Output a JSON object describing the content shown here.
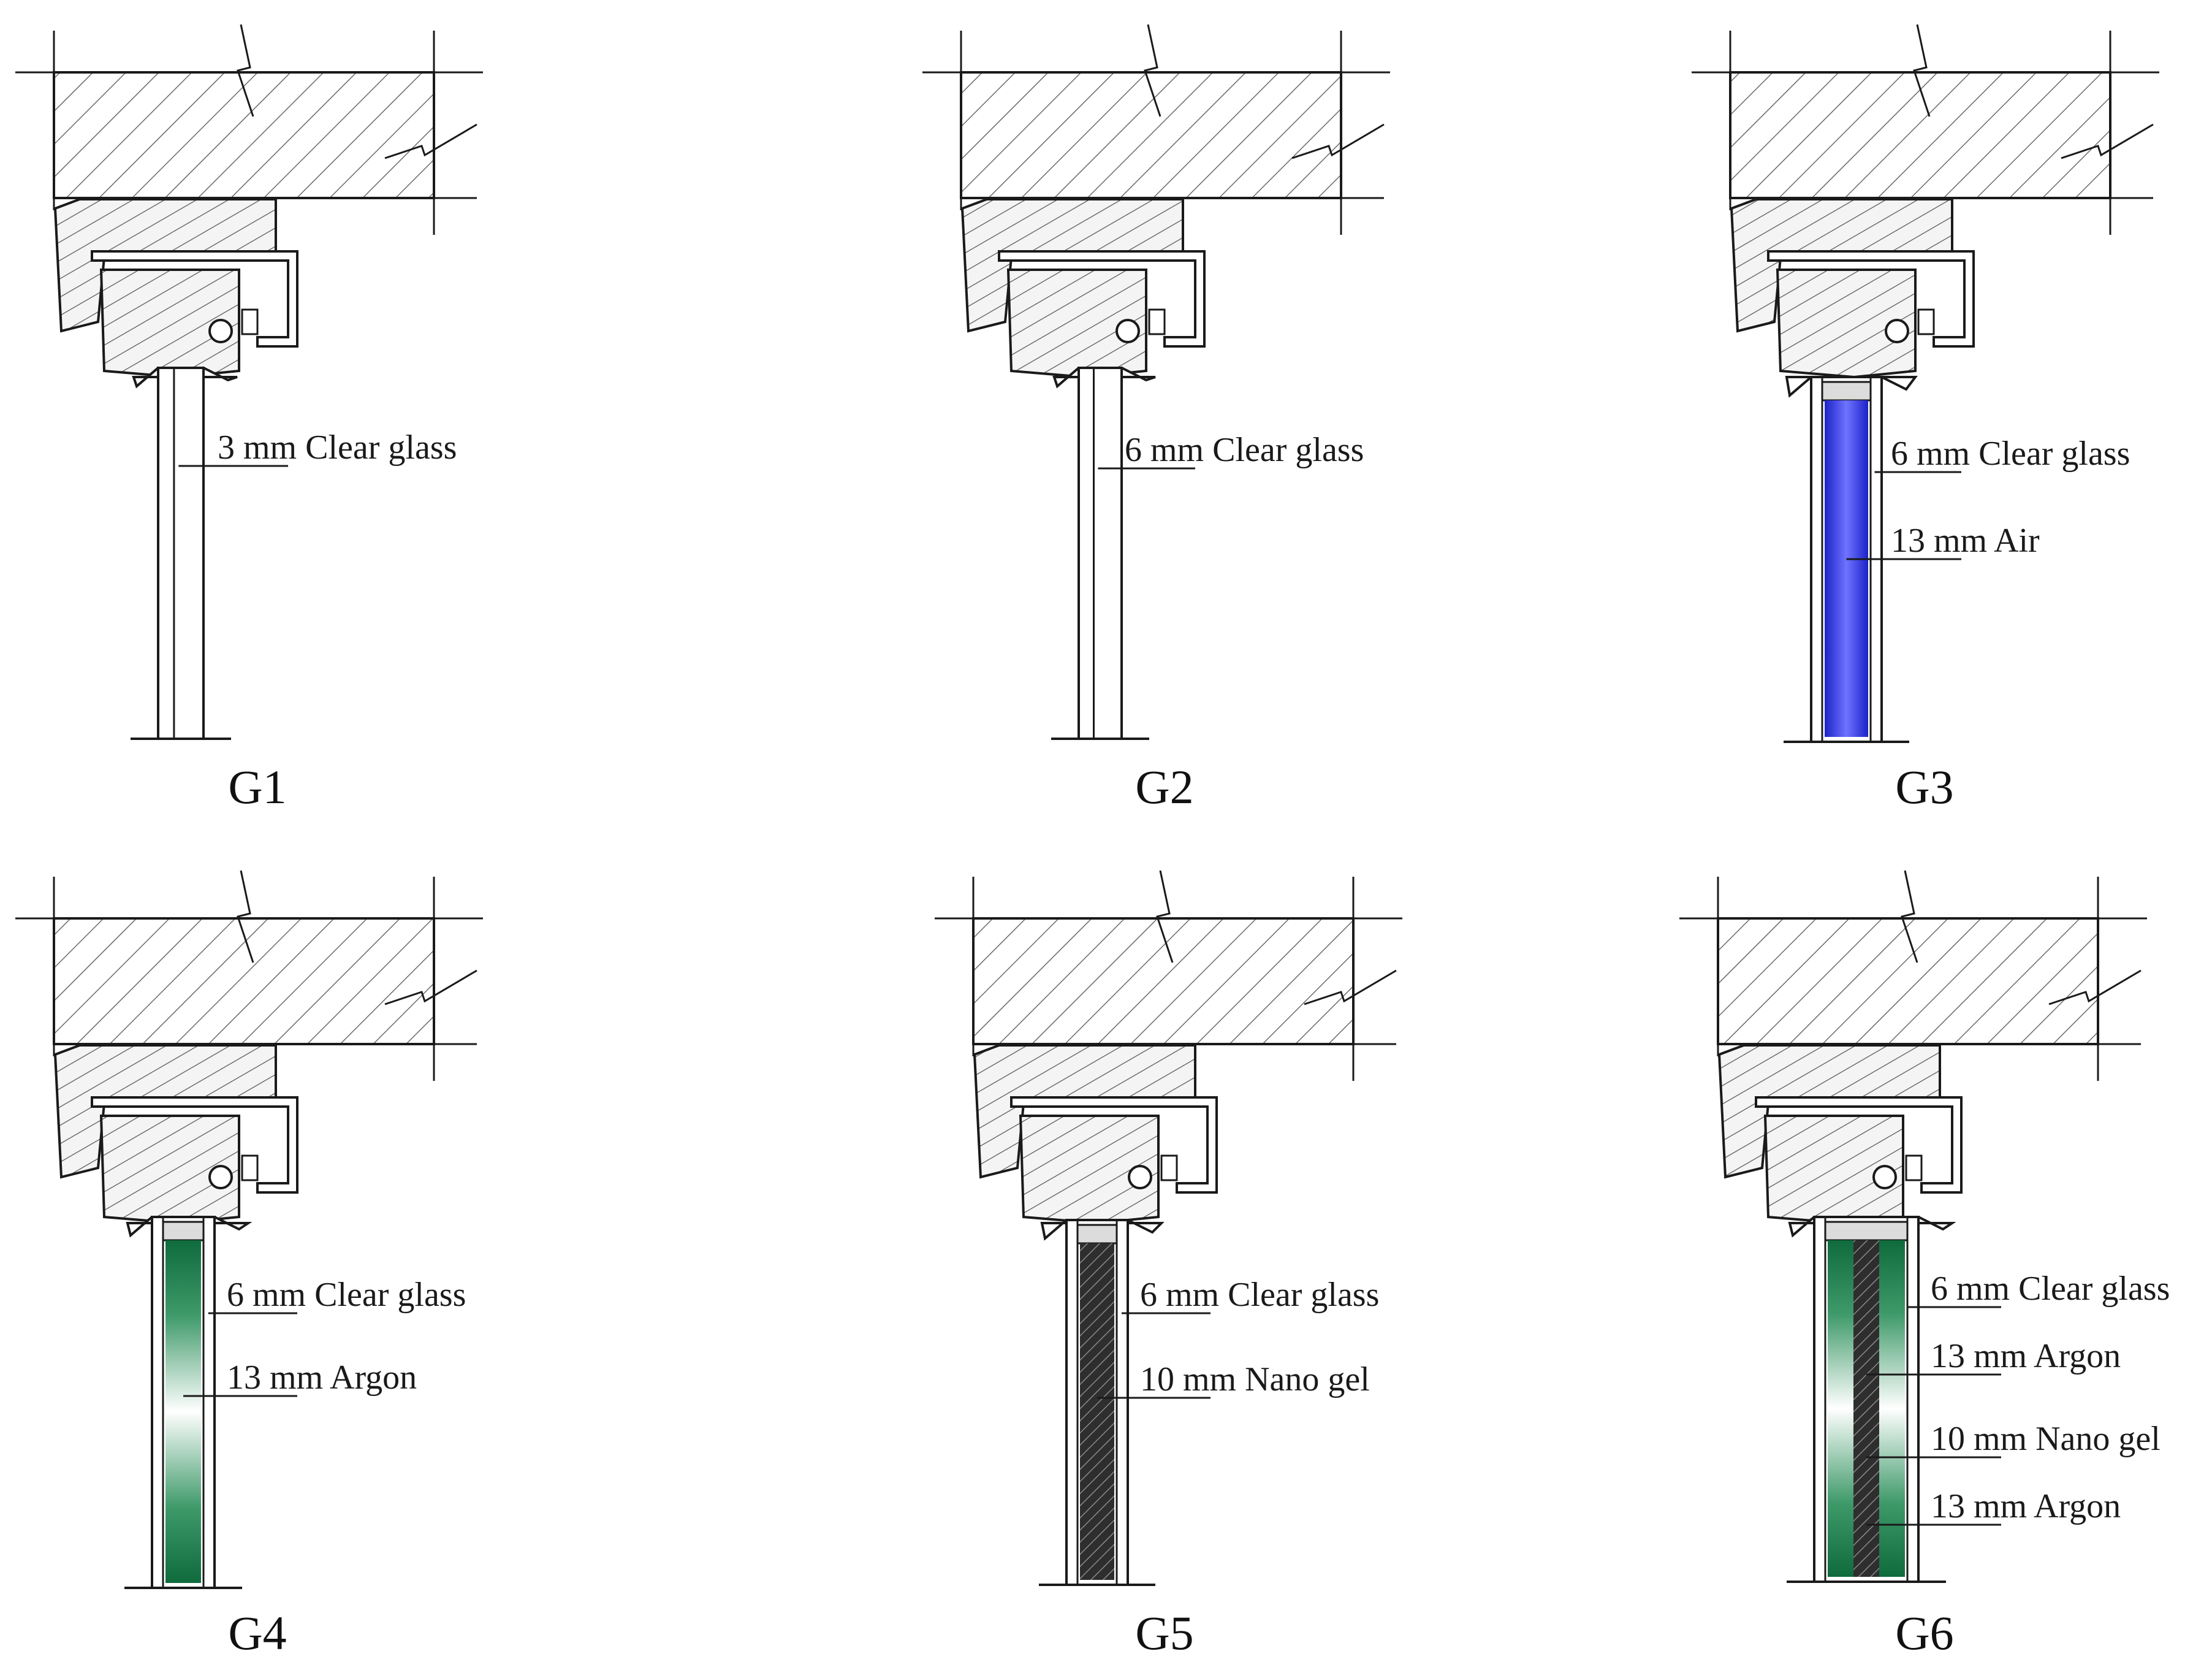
{
  "panels": [
    {
      "id": "G1",
      "caption": "G1",
      "labels": [
        "3 mm Clear glass"
      ]
    },
    {
      "id": "G2",
      "caption": "G2",
      "labels": [
        "6 mm Clear glass"
      ]
    },
    {
      "id": "G3",
      "caption": "G3",
      "labels": [
        "6 mm Clear glass",
        "13 mm Air"
      ]
    },
    {
      "id": "G4",
      "caption": "G4",
      "labels": [
        "6 mm Clear glass",
        "13 mm Argon"
      ]
    },
    {
      "id": "G5",
      "caption": "G5",
      "labels": [
        "6 mm Clear glass",
        "10 mm Nano gel"
      ]
    },
    {
      "id": "G6",
      "caption": "G6",
      "labels": [
        "6 mm Clear glass",
        "13 mm Argon",
        "10 mm Nano gel",
        "13 mm Argon"
      ]
    }
  ],
  "colors": {
    "line": "#1a1a1a",
    "air_fill": "#2b2fe6",
    "argon_fill": "#0f6b3c",
    "nanogel_fill": "#3a3a3a",
    "background": "#ffffff"
  }
}
